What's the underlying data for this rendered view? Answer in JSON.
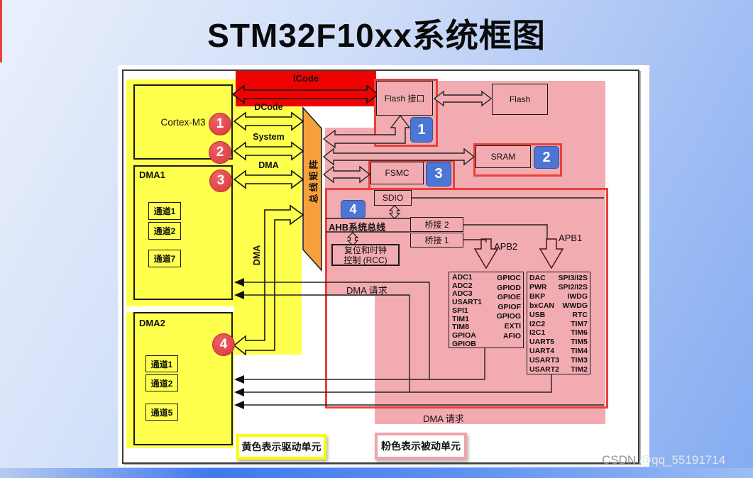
{
  "title": "STM32F10xx系统框图",
  "watermark": {
    "brand": "CSDN",
    "handle": "@qq_55191714"
  },
  "legend": {
    "yellow": "黄色表示驱动单元",
    "pink": "粉色表示被动单元"
  },
  "labels": {
    "icode": "ICode",
    "dcode": "DCode",
    "system": "System",
    "dma_horizontal": "DMA",
    "dma_vertical": "DMA",
    "bus_matrix": "总线矩阵",
    "ahb": "AHB系统总线",
    "bridge2": "桥接 2",
    "bridge1": "桥接 1",
    "apb2": "APB2",
    "apb1": "APB1",
    "dma_request_mid": "DMA 请求",
    "dma_request_bottom": "DMA 请求"
  },
  "blocks": {
    "cortex": "Cortex-M3",
    "dma1": "DMA1",
    "dma2": "DMA2",
    "flash_if": "Flash 接口",
    "flash": "Flash",
    "sram": "SRAM",
    "fsmc": "FSMC",
    "sdio": "SDIO",
    "rcc_line1": "复位和时钟",
    "rcc_line2": "控制 (RCC)",
    "dma1_channels": [
      "通道1",
      "通道2",
      "通道7"
    ],
    "dma2_channels": [
      "通道1",
      "通道2",
      "通道5"
    ]
  },
  "markers": {
    "red": [
      "1",
      "2",
      "3",
      "4"
    ],
    "blue": [
      "1",
      "2",
      "3",
      "4"
    ]
  },
  "apb2_peripherals": {
    "left": [
      "ADC1",
      "ADC2",
      "ADC3",
      "USART1",
      "SPI1",
      "TIM1",
      "TIM8",
      "GPIOA",
      "GPIOB"
    ],
    "right": [
      "GPIOC",
      "GPIOD",
      "GPIOE",
      "GPIOF",
      "GPIOG",
      "EXTI",
      "AFIO"
    ]
  },
  "apb1_peripherals": {
    "left": [
      "DAC",
      "PWR",
      "BKP",
      "bxCAN",
      "USB",
      "I2C2",
      "I2C1",
      "UART5",
      "UART4",
      "USART3",
      "USART2"
    ],
    "right": [
      "SPI3/I2S",
      "SPI2/I2S",
      "IWDG",
      "WWDG",
      "RTC",
      "TIM7",
      "TIM6",
      "TIM5",
      "TIM4",
      "TIM3",
      "TIM2"
    ]
  },
  "colors": {
    "driver_yellow": "#ffff4d",
    "passive_pink": "#f2abb1",
    "zone_red": "#e8413c",
    "icode_red": "#ee0202",
    "bus_matrix_orange": "#f6a13c",
    "badge_blue": "#4d76d4",
    "marker_red": "#e2474d"
  }
}
